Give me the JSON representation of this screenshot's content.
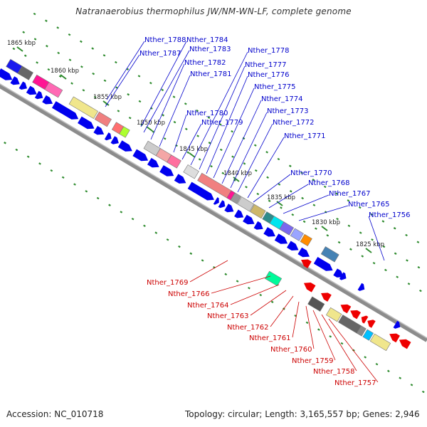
{
  "title": "Natranaerobius thermophilus JW/NM-WN-LF, complete genome",
  "accession": "Accession: NC_010718",
  "summary": "Topology: circular; Length: 3,165,557 bp; Genes: 2,946",
  "colors": {
    "backbone": "#8c8c8c",
    "dots": "#2e8b2e",
    "forward_gene": "#0000ee",
    "reverse_gene": "#ee0000",
    "forward_label": "#0000cc",
    "reverse_label": "#cc0000"
  },
  "scale_labels": [
    {
      "text": "1865 kbp"
    },
    {
      "text": "1860 kbp"
    },
    {
      "text": "1855 kbp"
    },
    {
      "text": "1850 kbp"
    },
    {
      "text": "1845 kbp"
    },
    {
      "text": "1840 kbp"
    },
    {
      "text": "1835 kbp"
    },
    {
      "text": "1830 kbp"
    },
    {
      "text": "1825 kbp"
    }
  ],
  "forward_genes": [
    "Nther_1788",
    "Nther_1787",
    "Nther_1784",
    "Nther_1783",
    "Nther_1782",
    "Nther_1781",
    "Nther_1780",
    "Nther_1779",
    "Nther_1778",
    "Nther_1777",
    "Nther_1776",
    "Nther_1775",
    "Nther_1774",
    "Nther_1773",
    "Nther_1772",
    "Nther_1771",
    "Nther_1770",
    "Nther_1768",
    "Nther_1767",
    "Nther_1765",
    "Nther_1756"
  ],
  "reverse_genes": [
    "Nther_1769",
    "Nther_1766",
    "Nther_1764",
    "Nther_1763",
    "Nther_1762",
    "Nther_1761",
    "Nther_1760",
    "Nther_1759",
    "Nther_1758",
    "Nther_1757"
  ]
}
